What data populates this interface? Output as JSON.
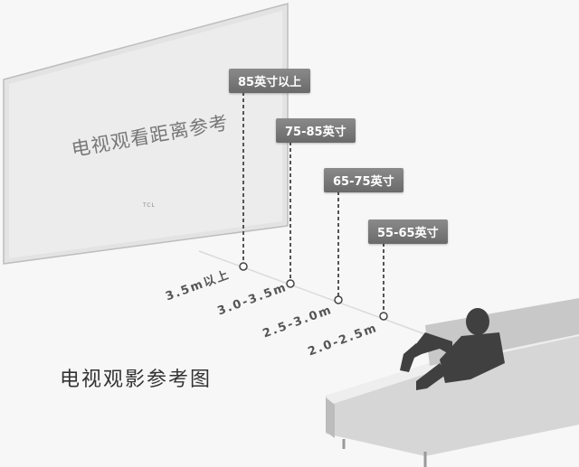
{
  "tv": {
    "caption": "电视观看距离参考",
    "brand": "TCL"
  },
  "heading": "电视观影参考图",
  "sizes": [
    "85英寸以上",
    "75-85英寸",
    "65-75英寸",
    "55-65英寸"
  ],
  "distances": [
    "3.5m以上",
    "3.0-3.5m",
    "2.5-3.0m",
    "2.0-2.5m"
  ],
  "colors": {
    "tag_background": "#7a7a7a",
    "tag_text": "#ffffff",
    "sofa": "#d8d8d8",
    "person": "#444444"
  }
}
